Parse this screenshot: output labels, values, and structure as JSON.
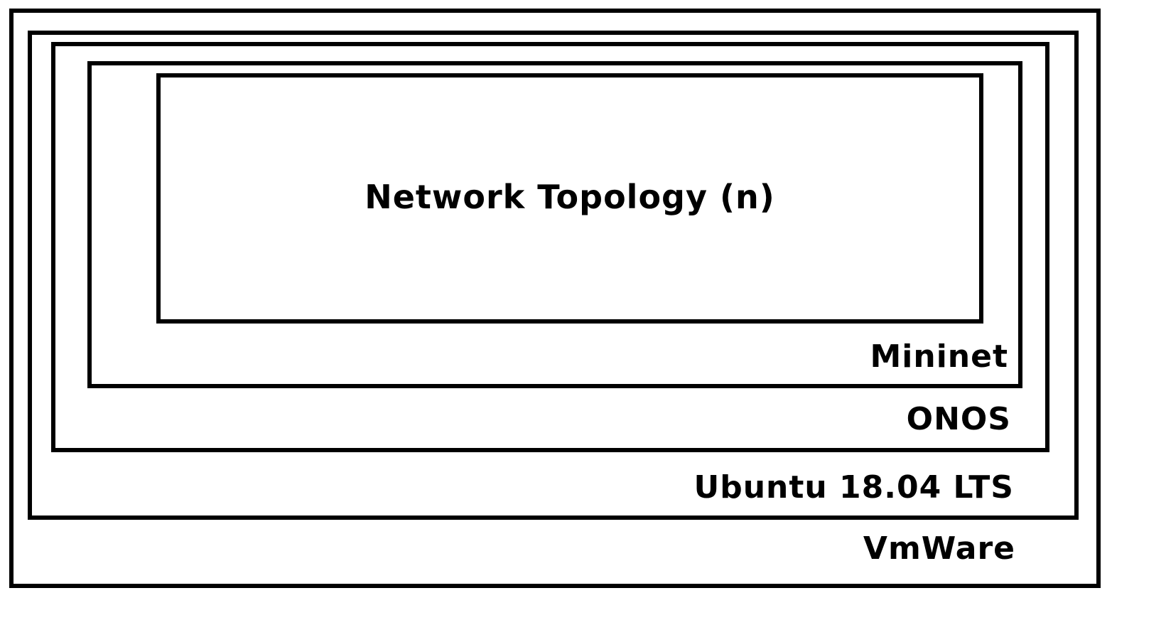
{
  "diagram": {
    "type": "nested-layers",
    "layers": [
      {
        "name": "VmWare",
        "level": 0
      },
      {
        "name": "Ubuntu 18.04 LTS",
        "level": 1
      },
      {
        "name": "ONOS",
        "level": 2
      },
      {
        "name": "Mininet",
        "level": 3
      },
      {
        "name": "Network Topology (n)",
        "level": 4
      }
    ],
    "colors": {
      "stroke": "#000000",
      "background": "#ffffff",
      "text": "#000000"
    }
  }
}
